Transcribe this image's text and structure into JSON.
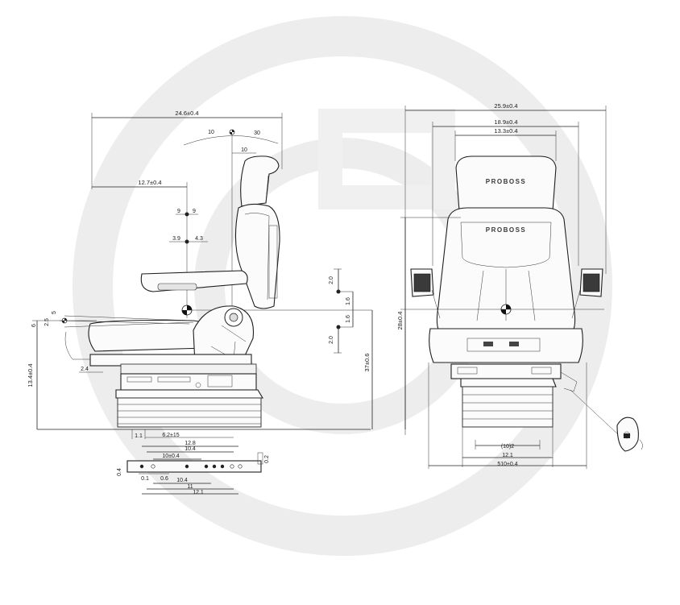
{
  "watermark": {
    "color": "#ececec"
  },
  "brand": {
    "headrest": "PROBOSS",
    "backrest": "PROBOSS"
  },
  "side_view": {
    "dims": {
      "overall_depth": "24.6±0.4",
      "backrest_depth": "12.7±0.4",
      "angle_left": "10",
      "angle_right": "30",
      "headrest_offset": "10",
      "lumbar_a": "9",
      "lumbar_b": "9",
      "cushion_a": "3.9",
      "cushion_b": "4.3",
      "tilt_a": "6",
      "tilt_b": "2.5",
      "tilt_c": "5",
      "front_offset": "2.4",
      "seat_height": "13.4±0.4",
      "base_a": "1.1",
      "base_b": "6.2±15",
      "stroke_up": "2.0",
      "stroke_mid": "1.6",
      "stroke_low": "1.6",
      "stroke_down": "2.0",
      "total_height": "37±0.6"
    }
  },
  "rail_detail": {
    "dims": {
      "outer": "12.8",
      "mid": "10.4",
      "pitch": "10±0.4",
      "side": "0.2",
      "left_gap": "0.4",
      "hole_a": "0.1",
      "hole_b": "0.6",
      "bottom_a": "10.4",
      "bottom_b": "11",
      "bottom_c": "12.1"
    }
  },
  "front_view": {
    "dims": {
      "overall_width": "25.9±0.4",
      "backrest_width": "18.9±0.4",
      "headrest_width": "13.3±0.4",
      "backrest_height": "28±0.4",
      "base_inner": "(10)2",
      "base_mid": "12.1",
      "base_outer": "510±0.4"
    }
  }
}
